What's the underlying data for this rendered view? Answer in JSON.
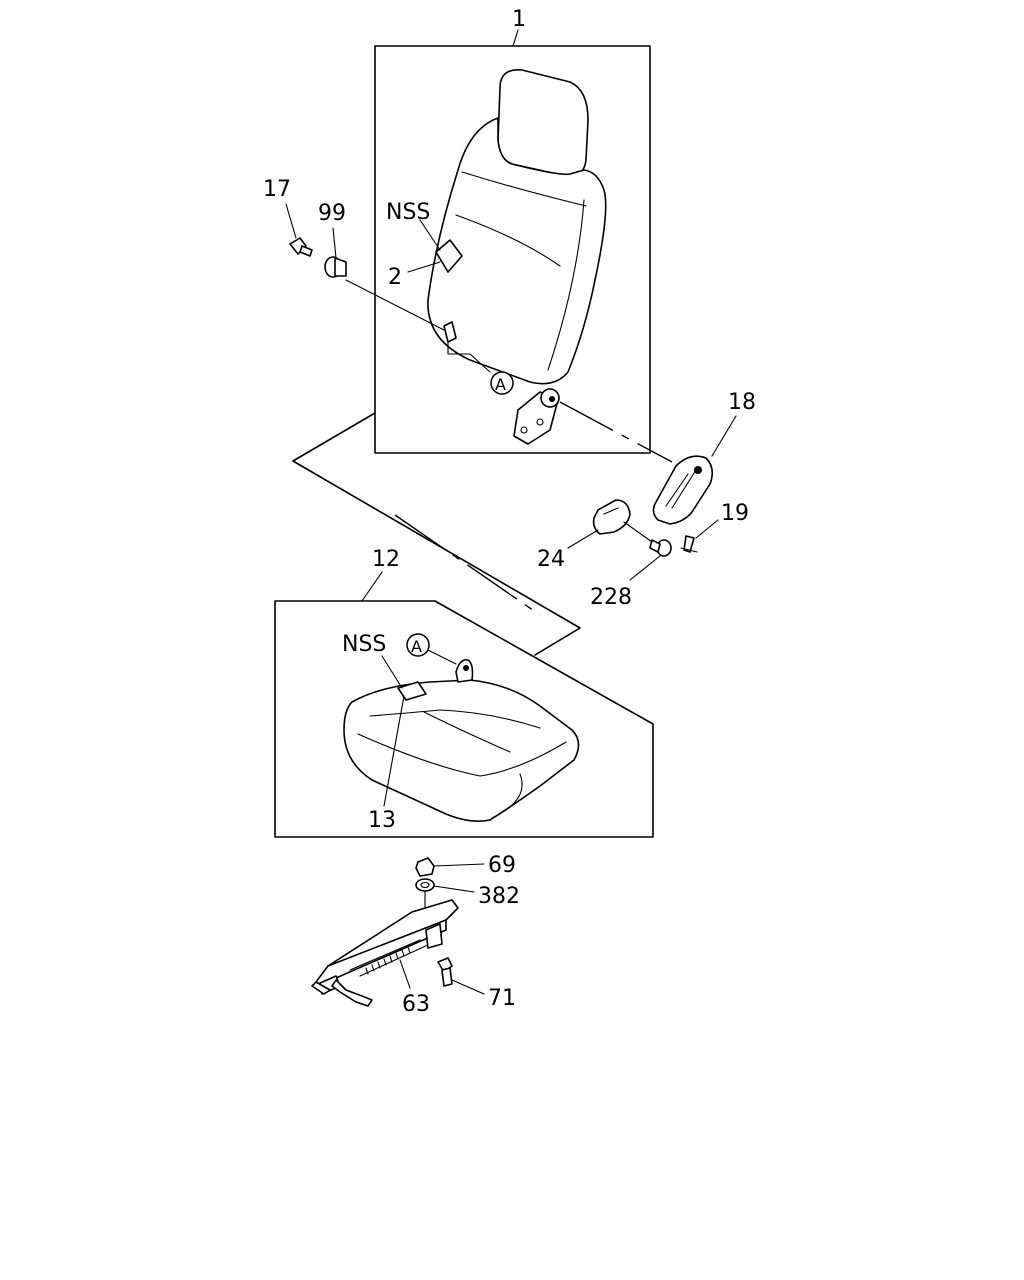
{
  "callouts": {
    "p1": "1",
    "p2": "2",
    "nss_back": "NSS",
    "p17": "17",
    "p99": "99",
    "ref_a_back": "A",
    "p18": "18",
    "p19": "19",
    "p24": "24",
    "p228": "228",
    "p12": "12",
    "nss_cushion": "NSS",
    "ref_a_cushion": "A",
    "p13": "13",
    "p69": "69",
    "p382": "382",
    "p63": "63",
    "p71": "71"
  }
}
